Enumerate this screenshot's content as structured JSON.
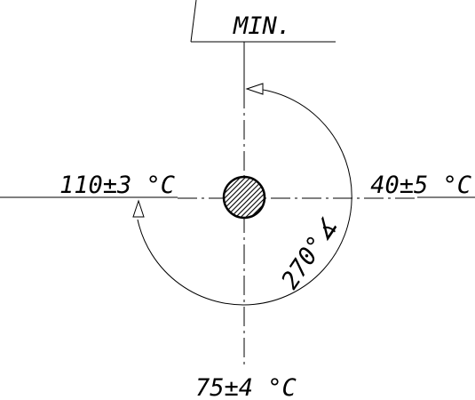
{
  "labels": {
    "top": "MIN.",
    "left": "110±3 °C",
    "right": "40±5 °C",
    "bottom": "75±4 °C",
    "angle": "270°∡"
  },
  "colors": {
    "ink": "#000000",
    "background": "#ffffff"
  }
}
